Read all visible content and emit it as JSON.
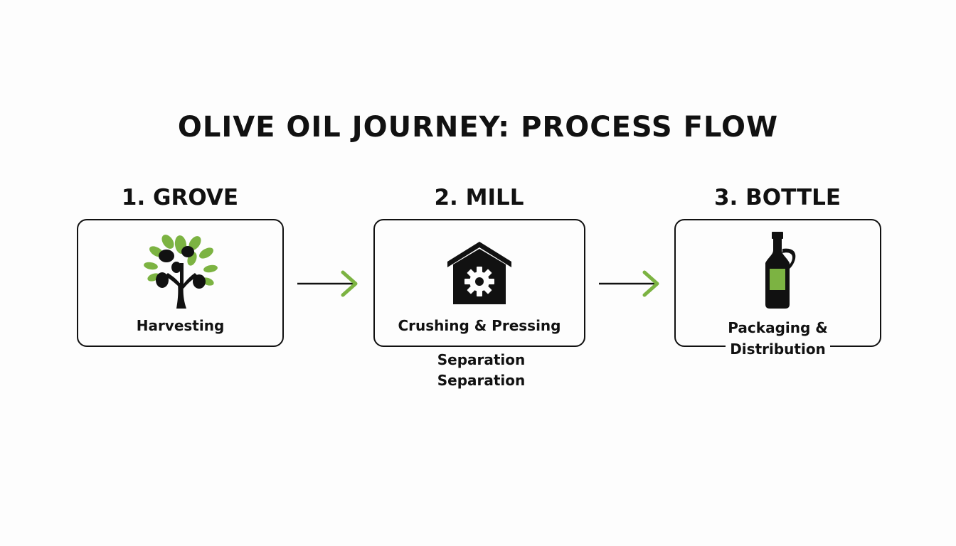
{
  "title": "OLIVE OIL JOURNEY: PROCESS FLOW",
  "colors": {
    "accent": "#7cb342",
    "ink": "#111111",
    "background": "#fdfdfd"
  },
  "steps": [
    {
      "label": "1. GROVE",
      "text": "Harvesting",
      "icon": "olive-tree-icon"
    },
    {
      "label": "2. MILL",
      "text": "Crushing & Pressing",
      "extra": [
        "Separation",
        "Separation"
      ],
      "icon": "mill-gear-icon"
    },
    {
      "label": "3. BOTTLE",
      "text_lines": [
        "Packaging &",
        "Distribution"
      ],
      "icon": "oil-bottle-icon"
    }
  ],
  "arrows": [
    {
      "icon": "arrow-right-icon"
    },
    {
      "icon": "arrow-right-icon"
    }
  ]
}
